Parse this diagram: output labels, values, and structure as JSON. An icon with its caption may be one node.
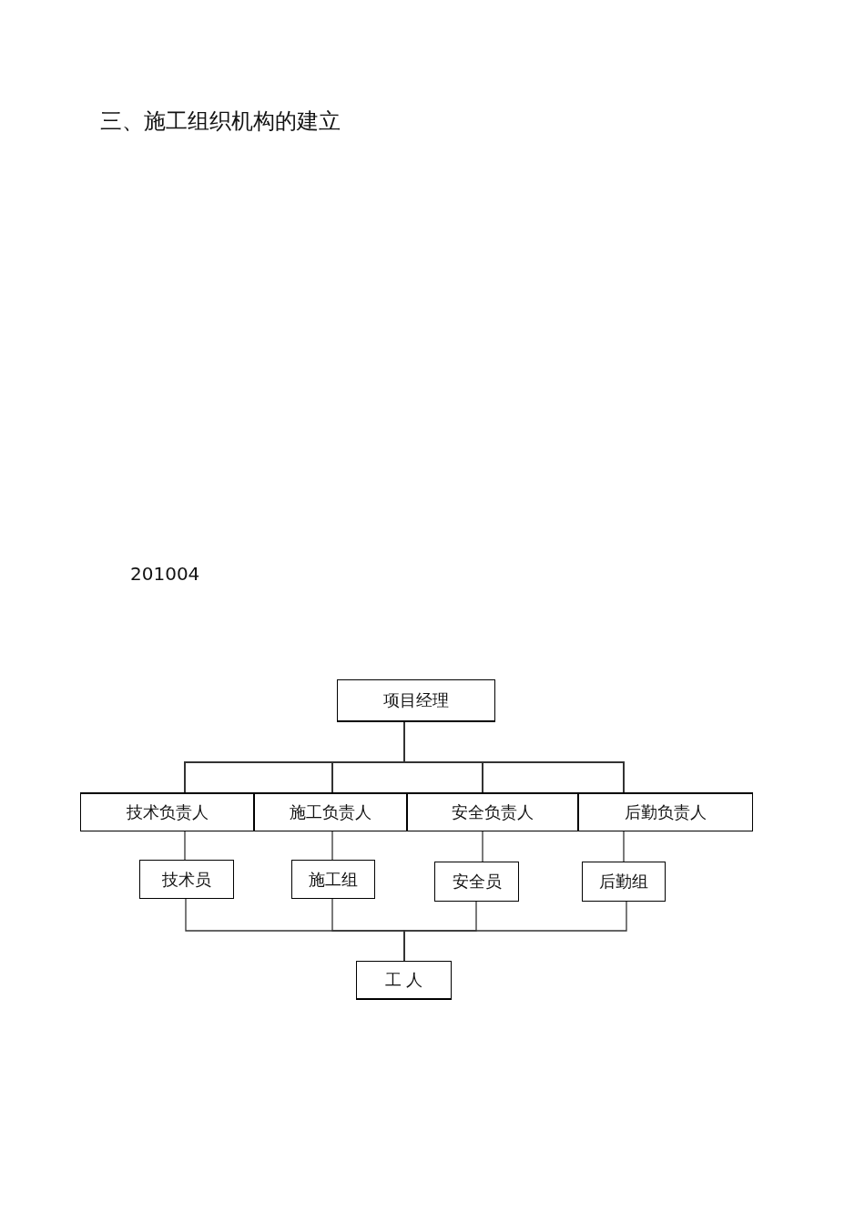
{
  "diagram": {
    "title": "三、施工组织机构的建立",
    "nodes": [
      {
        "text": [
          "项目经理"
        ]
      },
      {
        "text": [
          "技术负责人"
        ]
      },
      {
        "text": [
          "施工负责人"
        ]
      },
      {
        "text": [
          "安全负责人"
        ]
      },
      {
        "text": [
          "后勤负责人"
        ]
      },
      {
        "text": [
          "技术员"
        ]
      },
      {
        "text": [
          "施工组"
        ]
      },
      {
        "text": [
          "安全员"
        ]
      },
      {
        "text": [
          "后勤组"
        ]
      },
      {
        "text": [
          "工 人"
        ]
      }
    ],
    "edges": [
      {
        "from": 0,
        "to": 1,
        "arrow": "none"
      },
      {
        "from": 0,
        "to": 2,
        "arrow": "none"
      },
      {
        "from": 0,
        "to": 3,
        "arrow": "none"
      },
      {
        "from": 0,
        "to": 4,
        "arrow": "none"
      },
      {
        "from": 1,
        "to": 5,
        "arrow": "none"
      },
      {
        "from": 2,
        "to": 6,
        "arrow": "none"
      },
      {
        "from": 3,
        "to": 7,
        "arrow": "none"
      },
      {
        "from": 4,
        "to": 8,
        "arrow": "none"
      },
      {
        "from": 5,
        "to": 9,
        "arrow": "none"
      },
      {
        "from": 6,
        "to": 9,
        "arrow": "none"
      },
      {
        "from": 7,
        "to": 9,
        "arrow": "none"
      },
      {
        "from": 8,
        "to": 9,
        "arrow": "none"
      }
    ],
    "labels": [
      "201004"
    ]
  }
}
